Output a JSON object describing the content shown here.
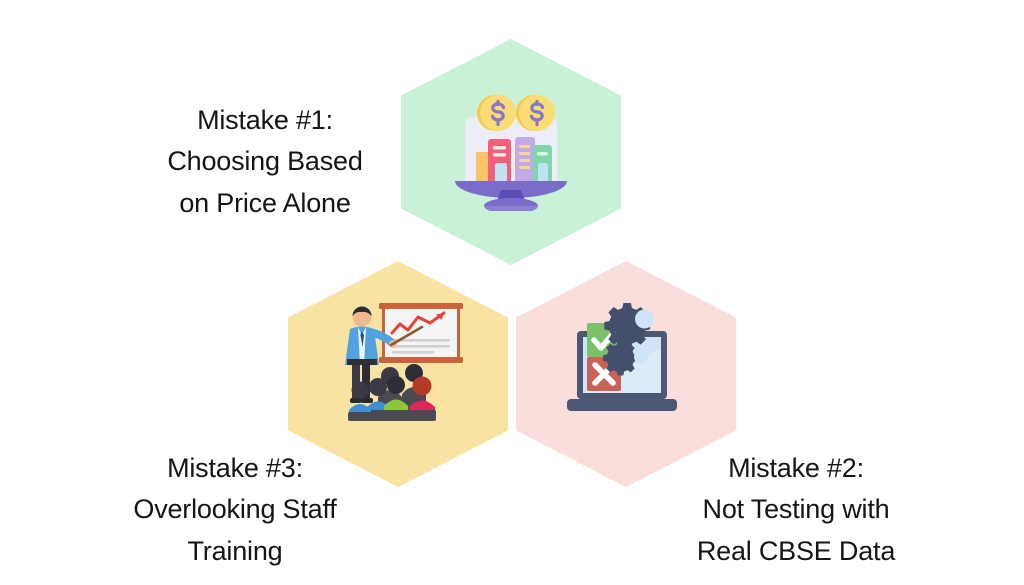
{
  "page": {
    "title": "Top 3 Mistakes Infographic",
    "background_color": "#FFFFFF",
    "layout": "three-hexagon honeycomb cluster with side captions"
  },
  "palette": {
    "hex_green": "#C9F1D8",
    "hex_yellow": "#F8E3A3",
    "hex_pink": "#FADEDC",
    "text": "#151515",
    "coin_yellow": "#FBDC72",
    "coin_yellow_dark": "#F5C84C",
    "purple": "#8577C9",
    "purple_dark": "#6A5BC0",
    "screen_lavender": "#EDEDF7",
    "building_orange": "#F9C46A",
    "building_red": "#F4607A",
    "building_purple": "#C3A9E8",
    "building_green": "#7FD6A8",
    "laptop_dark": "#4C5873",
    "laptop_screen": "#CFE4F7",
    "check_green": "#7BC16A",
    "cross_red": "#C96257",
    "gear_gray": "#44506B",
    "presenter_blue": "#53A2E0",
    "board_frame": "#C8643C",
    "chart_red": "#E8413C",
    "audience_dark": "#4A4A52"
  },
  "items": [
    {
      "id": "mistake-1",
      "hex_color": "#C9F1D8",
      "icon_name": "price-comparison-icon",
      "caption_lines": [
        "Mistake #1:",
        "Choosing Based",
        "on Price Alone"
      ]
    },
    {
      "id": "mistake-3",
      "hex_color": "#F8E3A3",
      "icon_name": "staff-training-presentation-icon",
      "caption_lines": [
        "Mistake #3:",
        "Overlooking Staff",
        "Training"
      ]
    },
    {
      "id": "mistake-2",
      "hex_color": "#FADEDC",
      "icon_name": "laptop-testing-gears-icon",
      "caption_lines": [
        "Mistake #2:",
        "Not Testing with",
        "Real CBSE Data"
      ]
    }
  ]
}
